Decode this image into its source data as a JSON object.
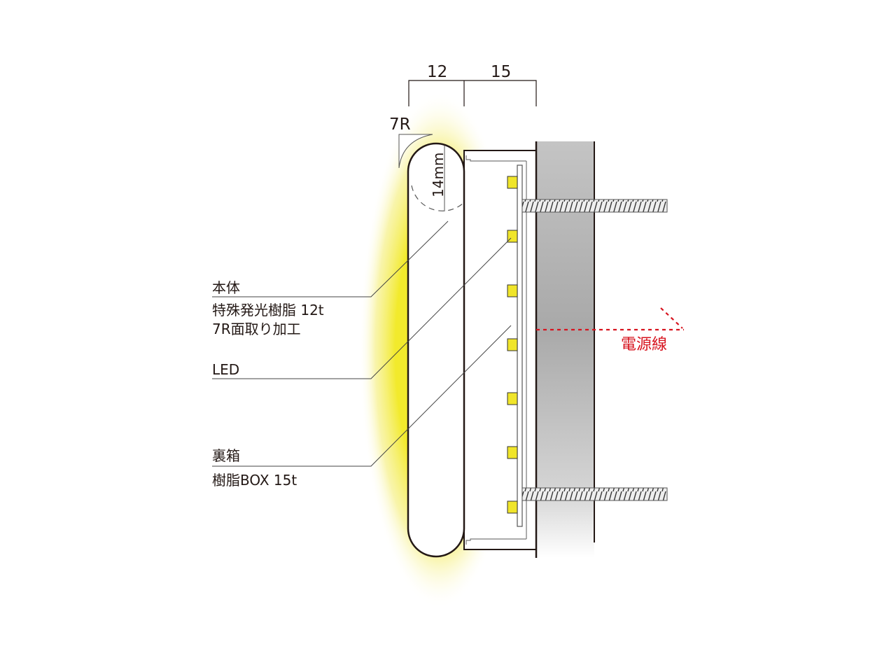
{
  "dimensions": {
    "body_width": "12",
    "box_width": "15",
    "radius": "7R",
    "height_marker": "14mm"
  },
  "labels": {
    "body": {
      "title": "本体",
      "line1": "特殊発光樹脂 12t",
      "line2": "7R面取り加工"
    },
    "led": {
      "title": "LED"
    },
    "backbox": {
      "title": "裏箱",
      "line1": "樹脂BOX 15t"
    },
    "power_cable": {
      "title": "電源線"
    }
  },
  "colors": {
    "glow": "#f2ea2c",
    "led": "#f0e52a",
    "power_line": "#d7141f",
    "outline": "#231815",
    "wall": "#aaaaaa"
  }
}
